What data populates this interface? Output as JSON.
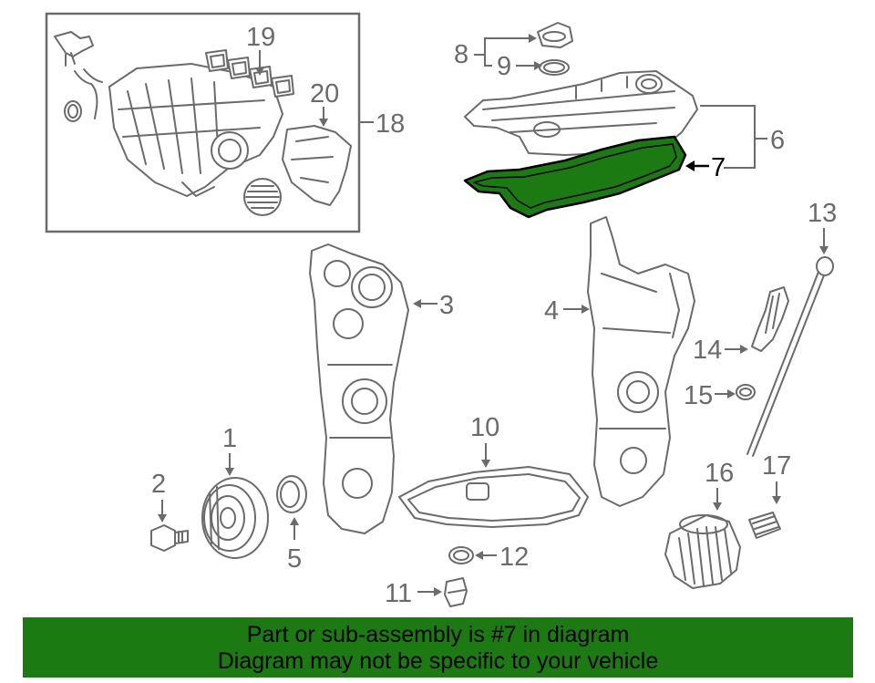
{
  "callouts": {
    "c1": "1",
    "c2": "2",
    "c3": "3",
    "c4": "4",
    "c5": "5",
    "c6": "6",
    "c7": "7",
    "c8": "8",
    "c9": "9",
    "c10": "10",
    "c11": "11",
    "c12": "12",
    "c13": "13",
    "c14": "14",
    "c15": "15",
    "c16": "16",
    "c17": "17",
    "c18": "18",
    "c19": "19",
    "c20": "20"
  },
  "highlight": {
    "part": "7",
    "color": "#1c7a12"
  },
  "banner": {
    "line1": "Part or sub-assembly is #7 in diagram",
    "line2": "Diagram may not be specific to your vehicle",
    "color": "#1c7a12"
  }
}
